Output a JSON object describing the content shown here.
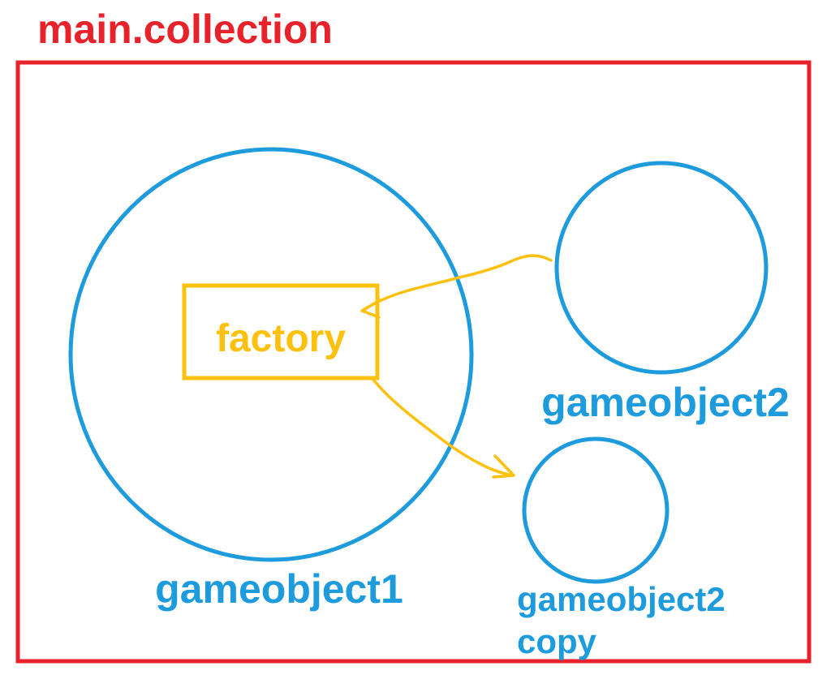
{
  "title": "main.collection",
  "colors": {
    "red": "#e8222b",
    "blue": "#1e9bdc",
    "yellow": "#fcc00e"
  },
  "diagram": {
    "nodes": {
      "gameobject1": {
        "label": "gameobject1"
      },
      "gameobject2": {
        "label": "gameobject2"
      },
      "gameobject2_copy": {
        "line1": "gameobject2",
        "line2": "copy"
      },
      "factory": {
        "label": "factory"
      }
    },
    "edges": [
      {
        "from": "gameobject2",
        "to": "factory"
      },
      {
        "from": "factory",
        "to": "gameobject2_copy"
      }
    ]
  }
}
